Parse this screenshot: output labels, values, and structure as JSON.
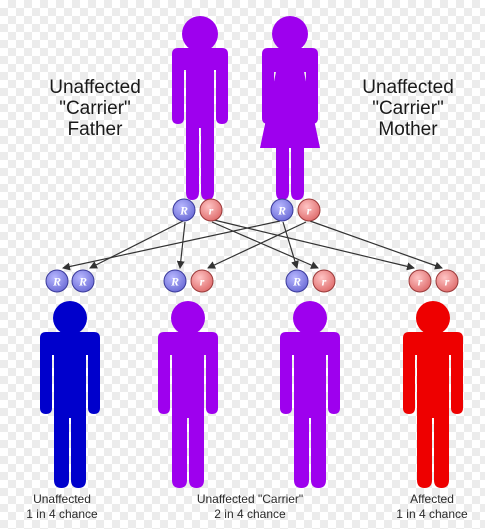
{
  "colors": {
    "carrier": "#9e00ee",
    "unaffected": "#0000cc",
    "affected": "#ee0000",
    "dominant_allele": "#8c8cf0",
    "recessive_allele": "#f08c8c",
    "arrow": "#333333"
  },
  "parents": {
    "father": {
      "line1": "Unaffected",
      "line2": "\"Carrier\"",
      "line3": "Father"
    },
    "mother": {
      "line1": "Unaffected",
      "line2": "\"Carrier\"",
      "line3": "Mother"
    }
  },
  "alleles": {
    "dominant": "R",
    "recessive": "r"
  },
  "children": {
    "unaffected": {
      "line1": "Unaffected",
      "line2": "1 in 4 chance"
    },
    "carrier": {
      "line1": "Unaffected \"Carrier\"",
      "line2": "2 in 4 chance"
    },
    "affected": {
      "line1": "Affected",
      "line2": "1 in 4 chance"
    }
  }
}
